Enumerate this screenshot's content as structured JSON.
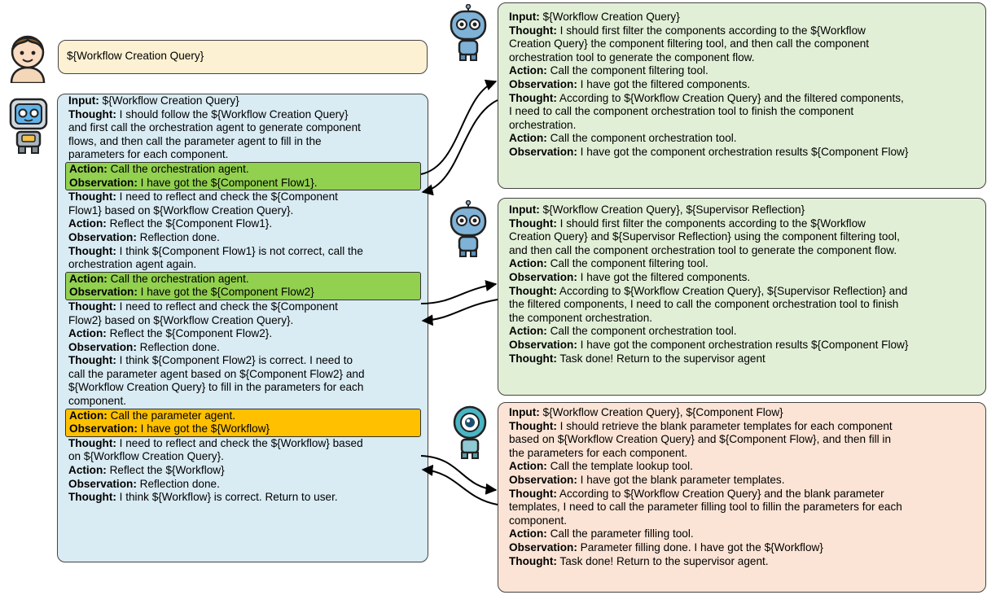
{
  "query": "${Workflow Creation Query}",
  "supervisor": {
    "lines": [
      {
        "label": "Input:",
        "text": " ${Workflow Creation Query}"
      },
      {
        "label": "Thought:",
        "text": " I should follow the ${Workflow Creation Query}"
      },
      {
        "label": "",
        "text": "and first call the orchestration agent to generate component"
      },
      {
        "label": "",
        "text": "flows, and then call the parameter agent to fill in the"
      },
      {
        "label": "",
        "text": "parameters for each component."
      }
    ],
    "hl1": [
      {
        "label": "Action:",
        "text": " Call the orchestration agent."
      },
      {
        "label": "Observation:",
        "text": " I have got the ${Component Flow1}."
      }
    ],
    "mid1": [
      {
        "label": "Thought:",
        "text": " I need to reflect and check the ${Component"
      },
      {
        "label": "",
        "text": "Flow1} based on ${Workflow Creation Query}."
      },
      {
        "label": "Action:",
        "text": " Reflect the ${Component Flow1}."
      },
      {
        "label": "Observation:",
        "text": " Reflection done."
      },
      {
        "label": "Thought:",
        "text": " I think ${Component Flow1} is not correct, call the"
      },
      {
        "label": "",
        "text": "orchestration agent again."
      }
    ],
    "hl2": [
      {
        "label": "Action:",
        "text": " Call the orchestration agent."
      },
      {
        "label": "Observation:",
        "text": " I have got the ${Component Flow2}"
      }
    ],
    "mid2": [
      {
        "label": "Thought:",
        "text": " I need to reflect and check the ${Component"
      },
      {
        "label": "",
        "text": "Flow2} based on ${Workflow Creation Query}."
      },
      {
        "label": "Action:",
        "text": " Reflect the ${Component Flow2}."
      },
      {
        "label": "Observation:",
        "text": " Reflection done."
      },
      {
        "label": "Thought:",
        "text": " I think ${Component Flow2} is correct. I need to"
      },
      {
        "label": "",
        "text": "call the parameter agent based on ${Component Flow2} and"
      },
      {
        "label": "",
        "text": "${Workflow Creation Query} to fill in the parameters for each"
      },
      {
        "label": "",
        "text": "component."
      }
    ],
    "hl3": [
      {
        "label": "Action:",
        "text": " Call the parameter agent."
      },
      {
        "label": "Observation:",
        "text": " I have got the ${Workflow}"
      }
    ],
    "tail": [
      {
        "label": "Thought:",
        "text": " I need to reflect and check the ${Workflow} based"
      },
      {
        "label": "",
        "text": "on ${Workflow Creation Query}."
      },
      {
        "label": "Action:",
        "text": " Reflect the ${Workflow}"
      },
      {
        "label": "Observation:",
        "text": " Reflection done."
      },
      {
        "label": "Thought:",
        "text": " I think ${Workflow} is correct. Return to user."
      }
    ]
  },
  "orchestration_1": {
    "lines": [
      {
        "label": "Input:",
        "text": " ${Workflow Creation Query}"
      },
      {
        "label": "Thought:",
        "text": " I should first filter the components according to the ${Workflow"
      },
      {
        "label": "",
        "text": "Creation Query} the component filtering tool, and then call the component"
      },
      {
        "label": "",
        "text": "orchestration tool to generate the component flow."
      },
      {
        "label": "Action:",
        "text": " Call the component filtering tool."
      },
      {
        "label": "Observation:",
        "text": " I have got the filtered components."
      },
      {
        "label": "Thought:",
        "text": " According to ${Workflow Creation Query} and the filtered components,"
      },
      {
        "label": "",
        "text": "I need to call the component orchestration tool to finish the component"
      },
      {
        "label": "",
        "text": "orchestration."
      },
      {
        "label": "Action:",
        "text": " Call the component orchestration tool."
      },
      {
        "label": "Observation:",
        "text": " I have got the component orchestration results ${Component Flow}"
      }
    ]
  },
  "orchestration_2": {
    "lines": [
      {
        "label": "Input:",
        "text": " ${Workflow Creation Query}, ${Supervisor Reflection}"
      },
      {
        "label": "Thought:",
        "text": " I should first filter the components according to the ${Workflow"
      },
      {
        "label": "",
        "text": "Creation Query} and ${Supervisor Reflection} using the component filtering tool,"
      },
      {
        "label": "",
        "text": "and then call the component orchestration tool to generate the component flow."
      },
      {
        "label": "Action:",
        "text": " Call the component filtering tool."
      },
      {
        "label": "Observation:",
        "text": " I have got the filtered components."
      },
      {
        "label": "Thought:",
        "text": " According to ${Workflow Creation Query}, ${Supervisor Reflection} and"
      },
      {
        "label": "",
        "text": "the filtered components, I need to call the component orchestration tool to finish"
      },
      {
        "label": "",
        "text": "the component orchestration."
      },
      {
        "label": "Action:",
        "text": " Call the component orchestration tool."
      },
      {
        "label": "Observation:",
        "text": " I have got the component orchestration results ${Component Flow}"
      },
      {
        "label": "Thought:",
        "text": " Task done! Return to the supervisor agent"
      }
    ]
  },
  "parameter": {
    "lines": [
      {
        "label": "Input:",
        "text": " ${Workflow Creation Query}, ${Component Flow}"
      },
      {
        "label": "Thought:",
        "text": " I should retrieve the blank parameter templates for each component"
      },
      {
        "label": "",
        "text": "based on ${Workflow Creation Query} and ${Component Flow}, and then fill in"
      },
      {
        "label": "",
        "text": "the parameters for each component."
      },
      {
        "label": "Action:",
        "text": " Call the template lookup tool."
      },
      {
        "label": "Observation:",
        "text": " I have got the blank parameter templates."
      },
      {
        "label": "Thought:",
        "text": " According to ${Workflow Creation Query} and the blank parameter"
      },
      {
        "label": "",
        "text": "templates, I need to call the parameter filling tool to fillin the parameters for each"
      },
      {
        "label": "",
        "text": "component."
      },
      {
        "label": "Action:",
        "text": " Call the parameter filling tool."
      },
      {
        "label": "Observation:",
        "text": " Parameter filling done. I have got the ${Workflow}"
      },
      {
        "label": "Thought:",
        "text": " Task done! Return to the supervisor agent."
      }
    ]
  }
}
